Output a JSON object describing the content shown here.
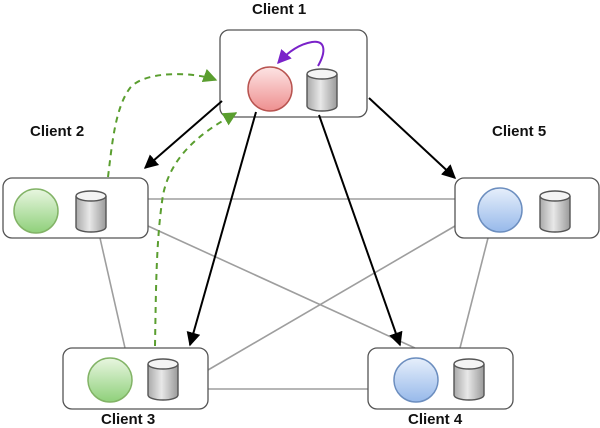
{
  "clients": [
    {
      "id": "c1",
      "label": "Client 1",
      "node_color": "red"
    },
    {
      "id": "c2",
      "label": "Client 2",
      "node_color": "green"
    },
    {
      "id": "c3",
      "label": "Client 3",
      "node_color": "green"
    },
    {
      "id": "c4",
      "label": "Client 4",
      "node_color": "blue"
    },
    {
      "id": "c5",
      "label": "Client 5",
      "node_color": "blue"
    }
  ],
  "colors": {
    "red_fill": "#f2a5a5",
    "red_fill_light": "#fde4e4",
    "red_stroke": "#b85450",
    "green_fill": "#9fd88a",
    "green_fill_light": "#e8f6e0",
    "green_stroke": "#82b366",
    "blue_fill": "#a9c6ee",
    "blue_fill_light": "#e6effb",
    "blue_stroke": "#6c8ebf",
    "db_fill": "#c8c8c8",
    "db_fill_light": "#f0f0f0",
    "db_stroke": "#555555",
    "box_stroke": "#555555",
    "mesh_line": "#9e9e9e",
    "arrow": "#000000",
    "self_loop": "#7a22c9",
    "dashed_arrow": "#5a9e2f"
  },
  "edges": {
    "mesh": [
      [
        "c2",
        "c5"
      ],
      [
        "c2",
        "c3"
      ],
      [
        "c2",
        "c4"
      ],
      [
        "c5",
        "c3"
      ],
      [
        "c5",
        "c4"
      ],
      [
        "c3",
        "c4"
      ]
    ],
    "broadcast": [
      [
        "c1",
        "c2"
      ],
      [
        "c1",
        "c3"
      ],
      [
        "c1",
        "c4"
      ],
      [
        "c1",
        "c5"
      ]
    ],
    "self_loop": [
      "c1"
    ],
    "sync_dashed": [
      [
        "c2",
        "c1"
      ],
      [
        "c3",
        "c1"
      ]
    ]
  }
}
